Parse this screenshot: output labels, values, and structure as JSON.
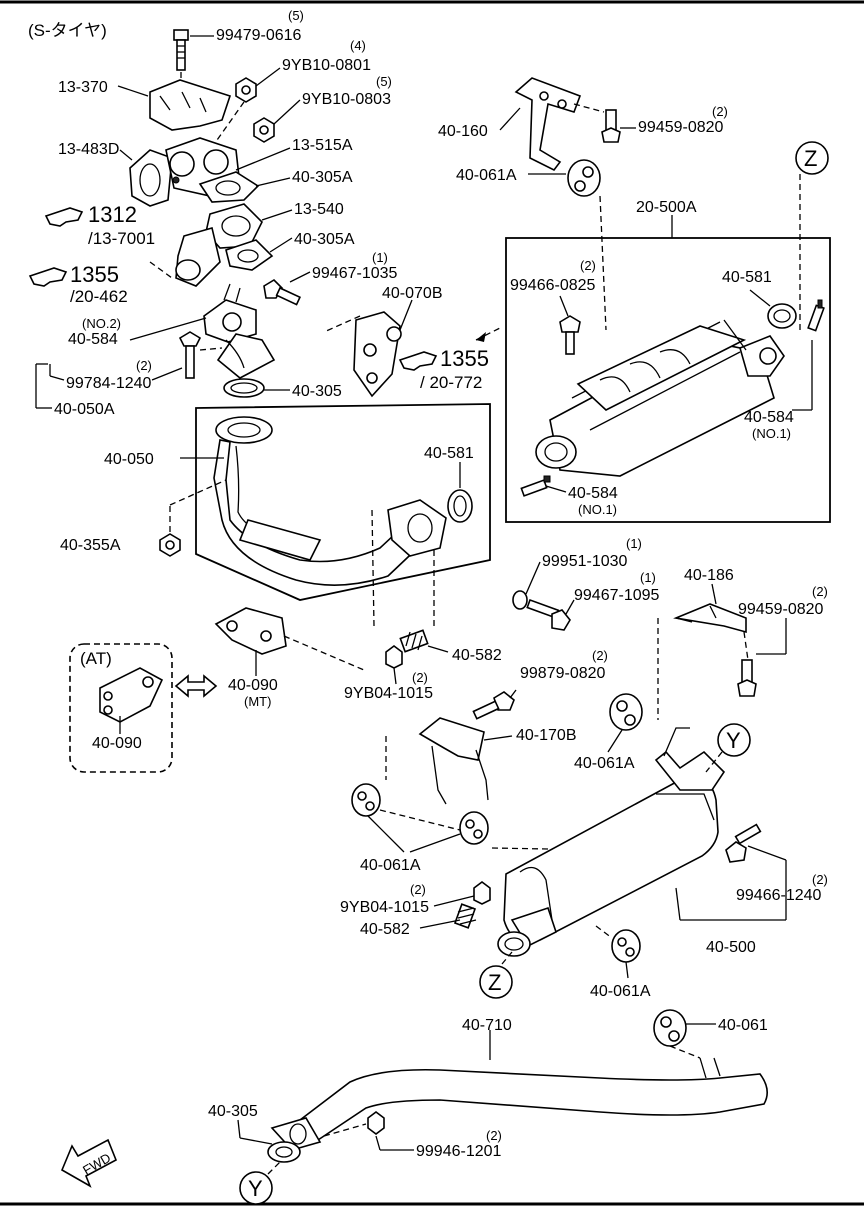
{
  "header": {
    "variant": "(S-タイヤ)"
  },
  "labels": [
    {
      "id": "l1",
      "text": "99479-0616",
      "qty": "(5)"
    },
    {
      "id": "l2",
      "text": "9YB10-0801",
      "qty": "(4)"
    },
    {
      "id": "l3",
      "text": "9YB10-0803",
      "qty": "(5)"
    },
    {
      "id": "l4",
      "text": "13-370",
      "qty": ""
    },
    {
      "id": "l5",
      "text": "13-483D",
      "qty": ""
    },
    {
      "id": "l6",
      "text": "13-515A",
      "qty": ""
    },
    {
      "id": "l7",
      "text": "40-305A",
      "qty": ""
    },
    {
      "id": "l8",
      "text": "13-540",
      "qty": ""
    },
    {
      "id": "l9",
      "text": "40-305A",
      "qty": ""
    },
    {
      "id": "l10",
      "text": "99467-1035",
      "qty": "(1)"
    },
    {
      "id": "l11",
      "text": "40-070B",
      "qty": ""
    },
    {
      "id": "l12",
      "text": "40-584",
      "qty": "(NO.2)"
    },
    {
      "id": "l13",
      "text": "99784-1240",
      "qty": "(2)"
    },
    {
      "id": "l14",
      "text": "40-050A",
      "qty": ""
    },
    {
      "id": "l15",
      "text": "40-305",
      "qty": ""
    },
    {
      "id": "l16",
      "text": "40-160",
      "qty": ""
    },
    {
      "id": "l17",
      "text": "99459-0820",
      "qty": "(2)"
    },
    {
      "id": "l18",
      "text": "40-061A",
      "qty": ""
    },
    {
      "id": "l19",
      "text": "20-500A",
      "qty": ""
    },
    {
      "id": "l20",
      "text": "99466-0825",
      "qty": "(2)"
    },
    {
      "id": "l21",
      "text": "40-581",
      "qty": ""
    },
    {
      "id": "l22",
      "text": "40-584",
      "qty": "(NO.1)"
    },
    {
      "id": "l23",
      "text": "40-584",
      "qty": "(NO.1)"
    },
    {
      "id": "l24",
      "text": "40-050",
      "qty": ""
    },
    {
      "id": "l25",
      "text": "40-581",
      "qty": ""
    },
    {
      "id": "l26",
      "text": "40-355A",
      "qty": ""
    },
    {
      "id": "l27",
      "text": "99951-1030",
      "qty": "(1)"
    },
    {
      "id": "l28",
      "text": "99467-1095",
      "qty": "(1)"
    },
    {
      "id": "l29",
      "text": "40-186",
      "qty": ""
    },
    {
      "id": "l30",
      "text": "99459-0820",
      "qty": "(2)"
    },
    {
      "id": "l31",
      "text": "40-582",
      "qty": ""
    },
    {
      "id": "l32",
      "text": "9YB04-1015",
      "qty": "(2)"
    },
    {
      "id": "l33",
      "text": "99879-0820",
      "qty": "(2)"
    },
    {
      "id": "l34",
      "text": "40-090",
      "qty": "(MT)"
    },
    {
      "id": "l35",
      "text": "40-090",
      "qty": ""
    },
    {
      "id": "l36",
      "text": "40-170B",
      "qty": ""
    },
    {
      "id": "l37",
      "text": "40-061A",
      "qty": ""
    },
    {
      "id": "l38",
      "text": "40-061A",
      "qty": ""
    },
    {
      "id": "l39",
      "text": "9YB04-1015",
      "qty": "(2)"
    },
    {
      "id": "l40",
      "text": "40-582",
      "qty": ""
    },
    {
      "id": "l41",
      "text": "99466-1240",
      "qty": "(2)"
    },
    {
      "id": "l42",
      "text": "40-500",
      "qty": ""
    },
    {
      "id": "l43",
      "text": "40-061A",
      "qty": ""
    },
    {
      "id": "l44",
      "text": "40-710",
      "qty": ""
    },
    {
      "id": "l45",
      "text": "40-061",
      "qty": ""
    },
    {
      "id": "l46",
      "text": "40-305",
      "qty": ""
    },
    {
      "id": "l47",
      "text": "99946-1201",
      "qty": "(2)"
    }
  ],
  "refs": [
    {
      "id": "r1",
      "num": "1312",
      "sub": "/13-7001"
    },
    {
      "id": "r2",
      "num": "1355",
      "sub": "/20-462"
    },
    {
      "id": "r3",
      "num": "1355",
      "sub": "/ 20-772"
    }
  ],
  "at_box": {
    "title": "(AT)"
  },
  "markers": {
    "z": "Z",
    "y": "Y"
  },
  "fwd": "FWD"
}
